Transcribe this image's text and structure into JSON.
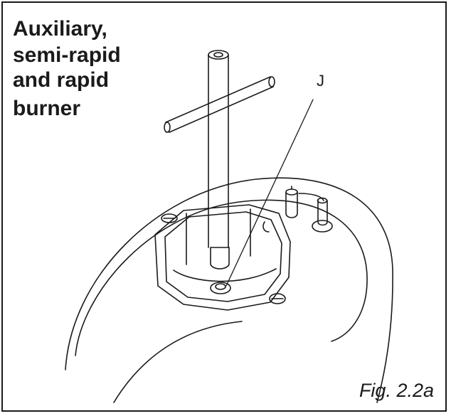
{
  "title_lines": [
    "Auxiliary,",
    "semi-rapid",
    "and rapid",
    "burner"
  ],
  "callout_label": "J",
  "caption": "Fig. 2.2a",
  "colors": {
    "line": "#1a1a1a",
    "background": "#ffffff"
  }
}
